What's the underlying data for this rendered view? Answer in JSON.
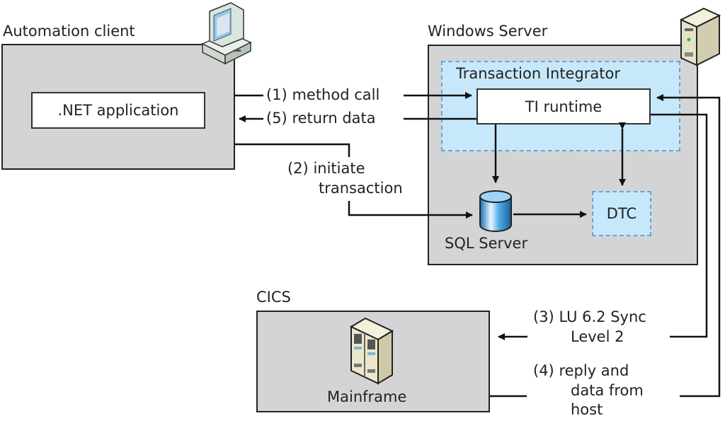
{
  "diagram": {
    "automation_client": {
      "title": "Automation client",
      "icon": "desktop-computer-icon",
      "app_label": ".NET application"
    },
    "windows_server": {
      "title": "Windows Server",
      "icon": "tower-server-icon",
      "transaction_integrator": {
        "title": "Transaction Integrator",
        "runtime_label": "TI runtime"
      },
      "sql_server": {
        "label": "SQL Server",
        "icon": "database-cylinder-icon"
      },
      "dtc": {
        "label": "DTC"
      }
    },
    "cics": {
      "title": "CICS",
      "mainframe_label": "Mainframe",
      "icon": "mainframe-cabinet-icon"
    },
    "flows": [
      {
        "step": "(1)",
        "label": "method call"
      },
      {
        "step": "(5)",
        "label": "return data"
      },
      {
        "step": "(2)",
        "line1": "initiate",
        "line2": "transaction"
      },
      {
        "step": "(3)",
        "line1": "LU 6.2 Sync",
        "line2": "Level 2"
      },
      {
        "step": "(4)",
        "line1": "reply and",
        "line2": "data from",
        "line3": "host"
      }
    ],
    "colors": {
      "container_fill": "#d4d4d6",
      "ti_fill": "#c6e8fa",
      "ti_border": "#6fa2d0",
      "line": "#111111"
    }
  }
}
